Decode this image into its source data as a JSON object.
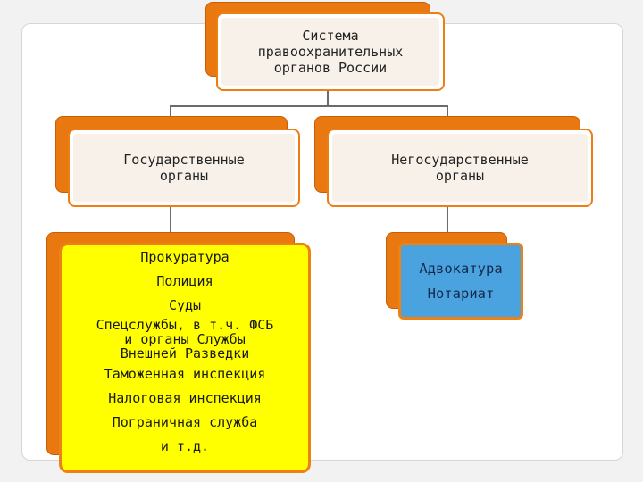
{
  "top": {
    "lines": [
      "Система",
      "правоохранительных",
      "органов России"
    ]
  },
  "left": {
    "lines": [
      "Государственные",
      "органы"
    ]
  },
  "right": {
    "lines": [
      "Негосударственные",
      "органы"
    ]
  },
  "state_list": [
    "Прокуратура",
    "Полиция",
    "Суды",
    "Спецслужбы, в т.ч. ФСБ\nи органы Службы\nВнешней Разведки",
    "Таможенная инспекция",
    "Налоговая инспекция",
    "Пограничная служба",
    "и т.д."
  ],
  "nonstate_list": [
    "Адвокатура",
    "Нотариат"
  ],
  "colors": {
    "accent": "#ee7d12",
    "yellow": "#ffff00",
    "blue": "#4aa3df",
    "cream": "#f8f1ea"
  }
}
